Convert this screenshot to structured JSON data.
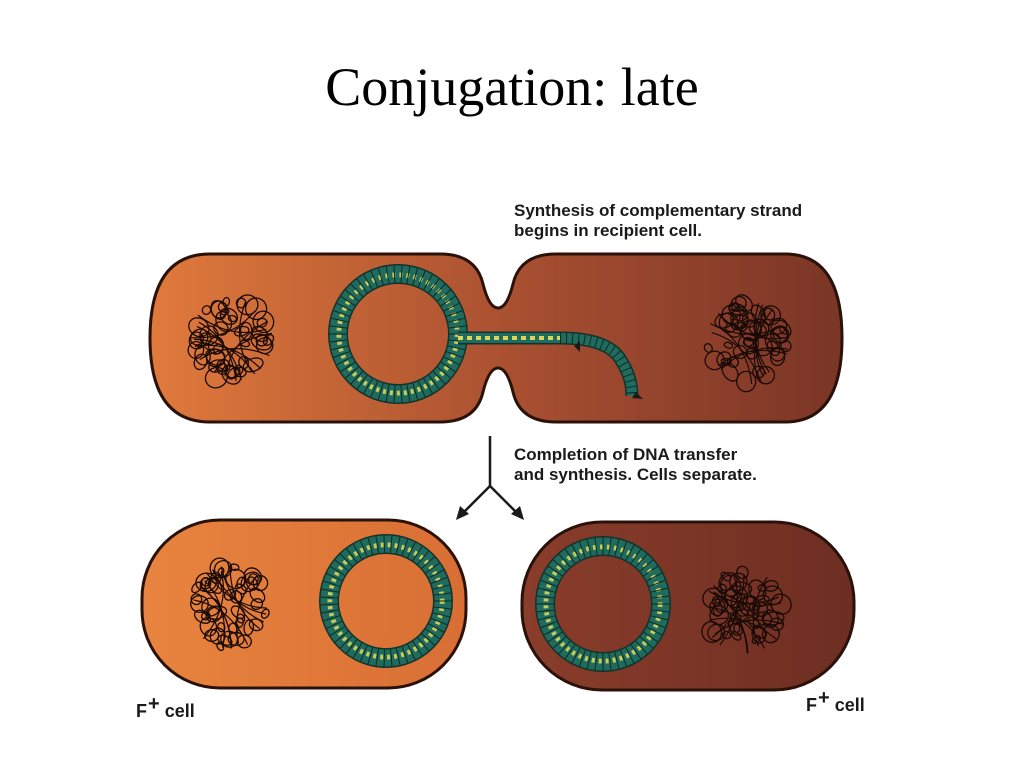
{
  "title": "Conjugation: late",
  "captions": {
    "step1": [
      "Synthesis of complementary strand",
      "begins in recipient cell."
    ],
    "step2": [
      "Completion of DNA transfer",
      "and synthesis.  Cells separate."
    ]
  },
  "cell_labels": {
    "left": {
      "main": "F",
      "sup": "+",
      "tail": "cell"
    },
    "right": {
      "main": "F",
      "sup": "+",
      "tail": "cell"
    }
  },
  "colors": {
    "donor_cell": "#e07a3c",
    "recipient_cell": "#7a3526",
    "cell_outline": "#2a120a",
    "plasmid_teal": "#1f6b5e",
    "plasmid_yellow": "#d9d65a"
  }
}
